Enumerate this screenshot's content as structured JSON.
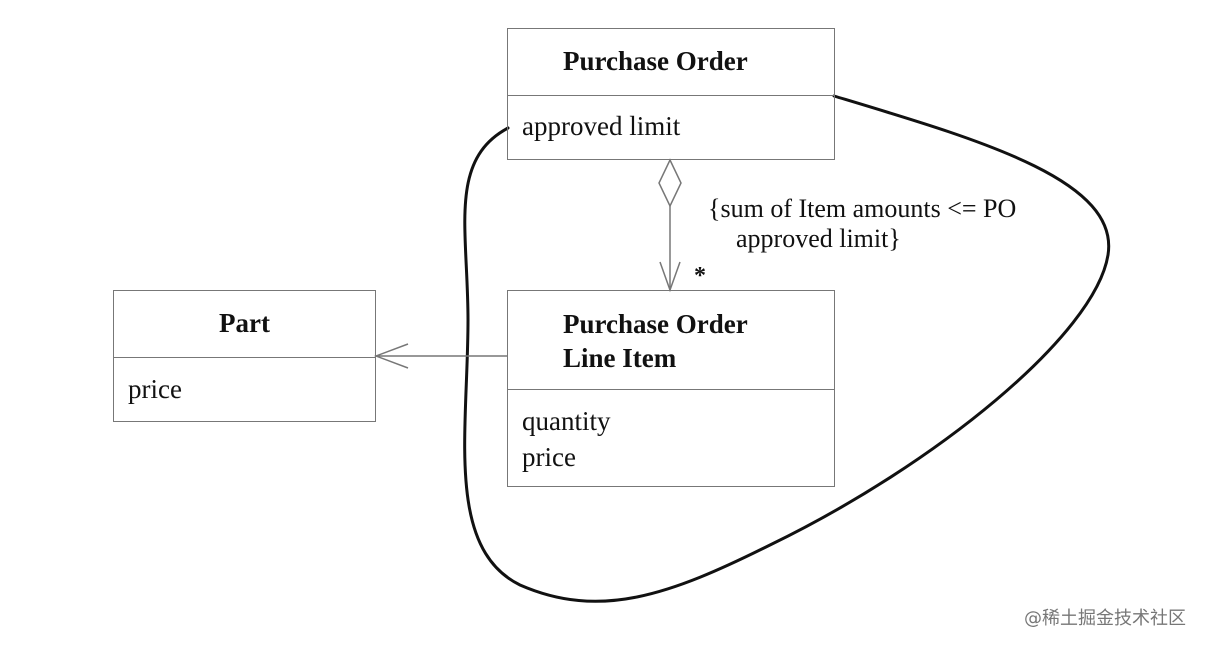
{
  "diagram": {
    "classes": [
      {
        "name": "Purchase Order",
        "header_lines": [
          "Purchase Order"
        ],
        "attributes": [
          "approved limit"
        ]
      },
      {
        "name": "Purchase Order Line Item",
        "header_lines": [
          "Purchase Order",
          "Line Item"
        ],
        "attributes": [
          "quantity",
          "price"
        ]
      },
      {
        "name": "Part",
        "header_lines": [
          "Part"
        ],
        "attributes": [
          "price"
        ]
      }
    ],
    "constraint_lines": [
      "{sum of Item amounts <= PO",
      "approved limit}"
    ],
    "multiplicity": "*",
    "relationships": [
      {
        "type": "aggregation",
        "from": "Purchase Order",
        "to": "Purchase Order Line Item",
        "multiplicity": "*"
      },
      {
        "type": "association",
        "from": "Purchase Order Line Item",
        "to": "Part"
      }
    ]
  },
  "watermark": "@稀土掘金技术社区",
  "colors": {
    "line": "#777777",
    "curve": "#111111",
    "text": "#111111"
  }
}
